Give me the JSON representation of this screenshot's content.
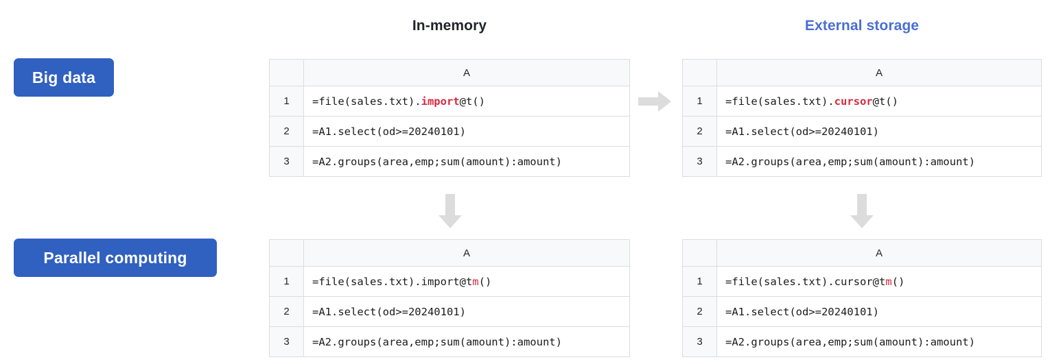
{
  "headers": {
    "in_memory": "In-memory",
    "external_storage": "External storage",
    "in_memory_color": "#212529",
    "external_storage_color": "#4a6fd4"
  },
  "badges": {
    "big_data": "Big data",
    "parallel_computing": "Parallel computing",
    "color": "#3060c0",
    "text_color": "#ffffff"
  },
  "arrows": {
    "color": "#dcdcdc",
    "big_data_right": "arrow-right",
    "in_memory_down": "arrow-down",
    "external_storage_down": "arrow-down"
  },
  "tables": {
    "top_left": {
      "name": "in-memory-big-data",
      "corner": "",
      "column_header": "A",
      "rows": [
        {
          "num": "1",
          "pre": "=file(sales.txt).",
          "kw": "import",
          "post": "@t()",
          "kw_bold": true
        },
        {
          "num": "2",
          "pre": "=A1.select(od>=20240101)",
          "kw": "",
          "post": "",
          "kw_bold": false
        },
        {
          "num": "3",
          "pre": "=A2.groups(area,emp;sum(amount):amount)",
          "kw": "",
          "post": "",
          "kw_bold": false
        }
      ]
    },
    "top_right": {
      "name": "external-storage-big-data",
      "corner": "",
      "column_header": "A",
      "rows": [
        {
          "num": "1",
          "pre": "=file(sales.txt).",
          "kw": "cursor",
          "post": "@t()",
          "kw_bold": true
        },
        {
          "num": "2",
          "pre": "=A1.select(od>=20240101)",
          "kw": "",
          "post": "",
          "kw_bold": false
        },
        {
          "num": "3",
          "pre": "=A2.groups(area,emp;sum(amount):amount)",
          "kw": "",
          "post": "",
          "kw_bold": false
        }
      ]
    },
    "bottom_left": {
      "name": "in-memory-parallel-computing",
      "corner": "",
      "column_header": "A",
      "rows": [
        {
          "num": "1",
          "pre": "=file(sales.txt).import@t",
          "kw": "m",
          "post": "()",
          "kw_bold": false
        },
        {
          "num": "2",
          "pre": "=A1.select(od>=20240101)",
          "kw": "",
          "post": "",
          "kw_bold": false
        },
        {
          "num": "3",
          "pre": "=A2.groups(area,emp;sum(amount):amount)",
          "kw": "",
          "post": "",
          "kw_bold": false
        }
      ]
    },
    "bottom_right": {
      "name": "external-storage-parallel-computing",
      "corner": "",
      "column_header": "A",
      "rows": [
        {
          "num": "1",
          "pre": "=file(sales.txt).cursor@t",
          "kw": "m",
          "post": "()",
          "kw_bold": false
        },
        {
          "num": "2",
          "pre": "=A1.select(od>=20240101)",
          "kw": "",
          "post": "",
          "kw_bold": false
        },
        {
          "num": "3",
          "pre": "=A2.groups(area,emp;sum(amount):amount)",
          "kw": "",
          "post": "",
          "kw_bold": false
        }
      ]
    }
  },
  "keyword_color": "#d6293e"
}
